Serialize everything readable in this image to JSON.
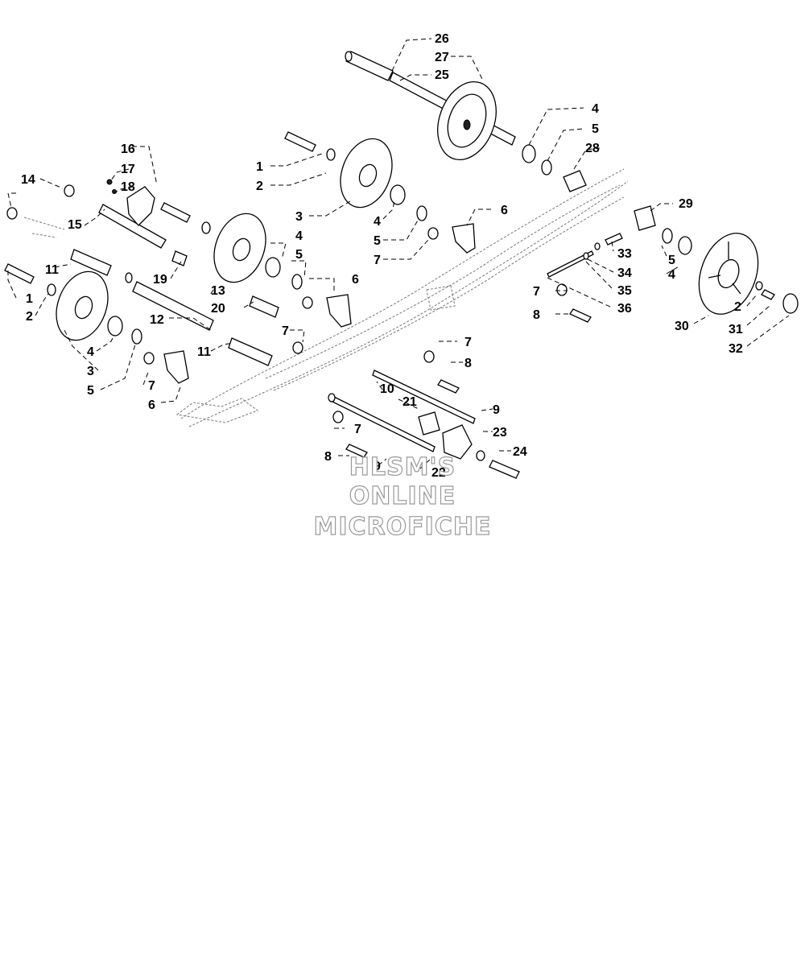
{
  "watermark": {
    "line1": "HLSM'S",
    "line2": "ONLINE",
    "line3": "MICROFICHE"
  },
  "callouts": [
    "1",
    "2",
    "3",
    "4",
    "5",
    "6",
    "7",
    "8",
    "9",
    "10",
    "11",
    "12",
    "13",
    "14",
    "15",
    "16",
    "17",
    "18",
    "19",
    "20",
    "21",
    "22",
    "23",
    "24",
    "25",
    "26",
    "27",
    "28",
    "29",
    "30",
    "31",
    "32",
    "33",
    "34",
    "35",
    "36"
  ]
}
